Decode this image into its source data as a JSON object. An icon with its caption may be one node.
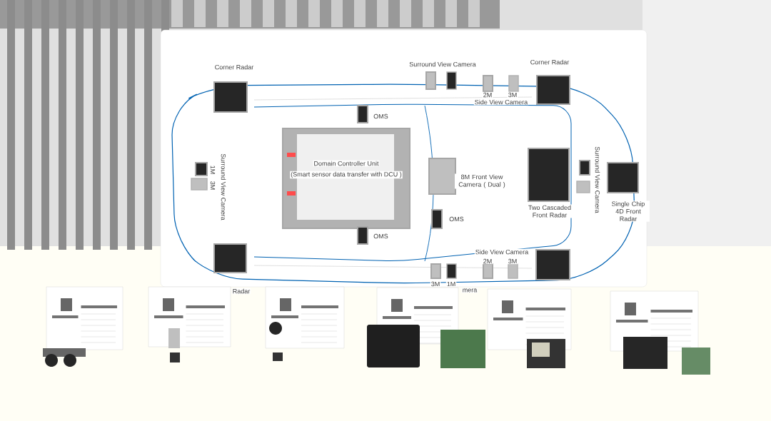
{
  "diagram": {
    "nodes": [
      {
        "text": [
          "Corner Radar"
        ]
      },
      {
        "text": [
          "Surround View Camera"
        ]
      },
      {
        "text": [
          "2M",
          "3M",
          "Side View Camera"
        ]
      },
      {
        "text": [
          "Corner Radar"
        ]
      },
      {
        "text": [
          "OMS"
        ]
      },
      {
        "text": [
          "Domain Controller Unit",
          "(Smart sensor data transfer with DCU )"
        ]
      },
      {
        "text": [
          "Surround View Camera",
          "1M",
          "3M"
        ]
      },
      {
        "text": [
          "8M Front View Camera ( Dual )"
        ]
      },
      {
        "text": [
          "Two Cascaded Front Radar"
        ]
      },
      {
        "text": [
          "Surround View Camera"
        ]
      },
      {
        "text": [
          "Single Chip 4D Front Radar"
        ]
      },
      {
        "text": [
          "OMS"
        ]
      },
      {
        "text": [
          "OMS"
        ]
      },
      {
        "text": [
          "Radar"
        ]
      },
      {
        "text": [
          "3M",
          "1M",
          "mera"
        ]
      },
      {
        "text": [
          "Side View Camera",
          "2M",
          "3M"
        ]
      },
      {
        "text": [],
        "shape": "box"
      }
    ]
  }
}
